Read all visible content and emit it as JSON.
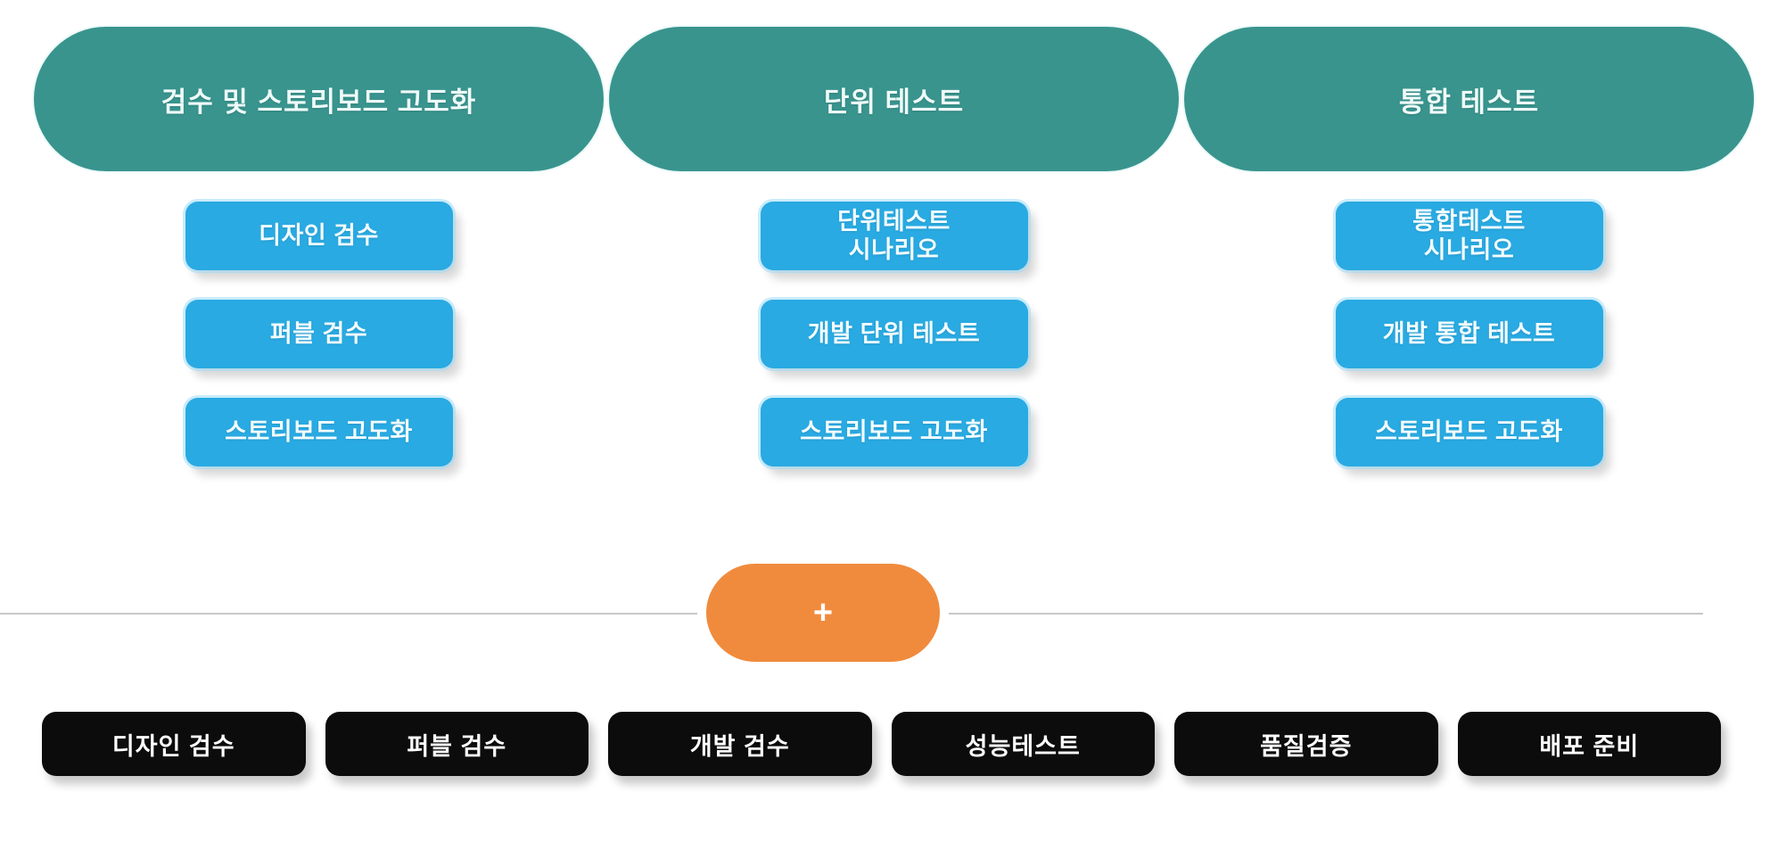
{
  "colors": {
    "phase_header": "#39948E",
    "task_button": "#29AAE2",
    "task_glow": "#9EDCF8",
    "add_button": "#F08B3D",
    "stage_button": "#0C0C0C",
    "divider_line": "#C9C9C9",
    "background": "#FFFFFF",
    "text_light": "#F2FCFF"
  },
  "phases": [
    {
      "title": "검수 및 스토리보드 고도화",
      "tasks": [
        "디자인 검수",
        "퍼블 검수",
        "스토리보드 고도화"
      ]
    },
    {
      "title": "단위 테스트",
      "tasks": [
        "단위테스트\n시나리오",
        "개발 단위 테스트",
        "스토리보드 고도화"
      ]
    },
    {
      "title": "통합 테스트",
      "tasks": [
        "통합테스트\n시나리오",
        "개발 통합 테스트",
        "스토리보드 고도화"
      ]
    }
  ],
  "divider": {
    "add_label": "+"
  },
  "stages": [
    "디자인 검수",
    "퍼블 검수",
    "개발 검수",
    "성능테스트",
    "품질검증",
    "배포 준비"
  ]
}
